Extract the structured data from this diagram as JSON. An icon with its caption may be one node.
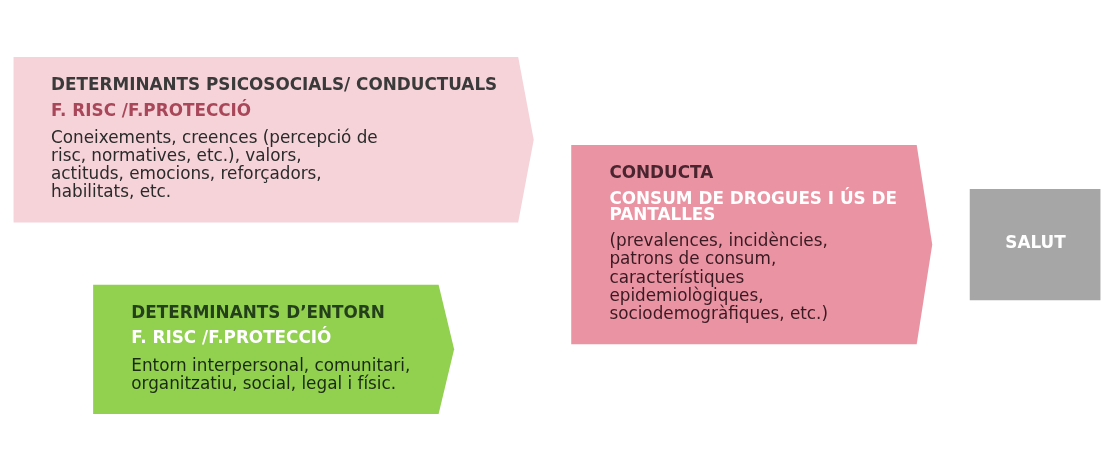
{
  "diagram": {
    "nodes": [
      {
        "text": [
          "DETERMINANTS PSICOSOCIALS/ CONDUCTUALS",
          "F. RISC /F.PROTECCIÓ",
          "Coneixements, creences (percepció de risc, normatives, etc.), valors, actituds, emocions, reforçadors, habilitats, etc."
        ]
      },
      {
        "text": [
          "DETERMINANTS D’ENTORN",
          "F. RISC /F.PROTECCIÓ",
          "Entorn interpersonal, comunitari, organitzatiu, social, legal i físic."
        ]
      },
      {
        "text": [
          "CONDUCTA",
          "CONSUM DE DROGUES I ÚS DE PANTALLES",
          "(prevalences, incidències, patrons de consum, característiques epidemiològiques, sociodemogràfiques, etc.)"
        ]
      },
      {
        "text": [
          "SALUT"
        ]
      }
    ],
    "edges": []
  }
}
